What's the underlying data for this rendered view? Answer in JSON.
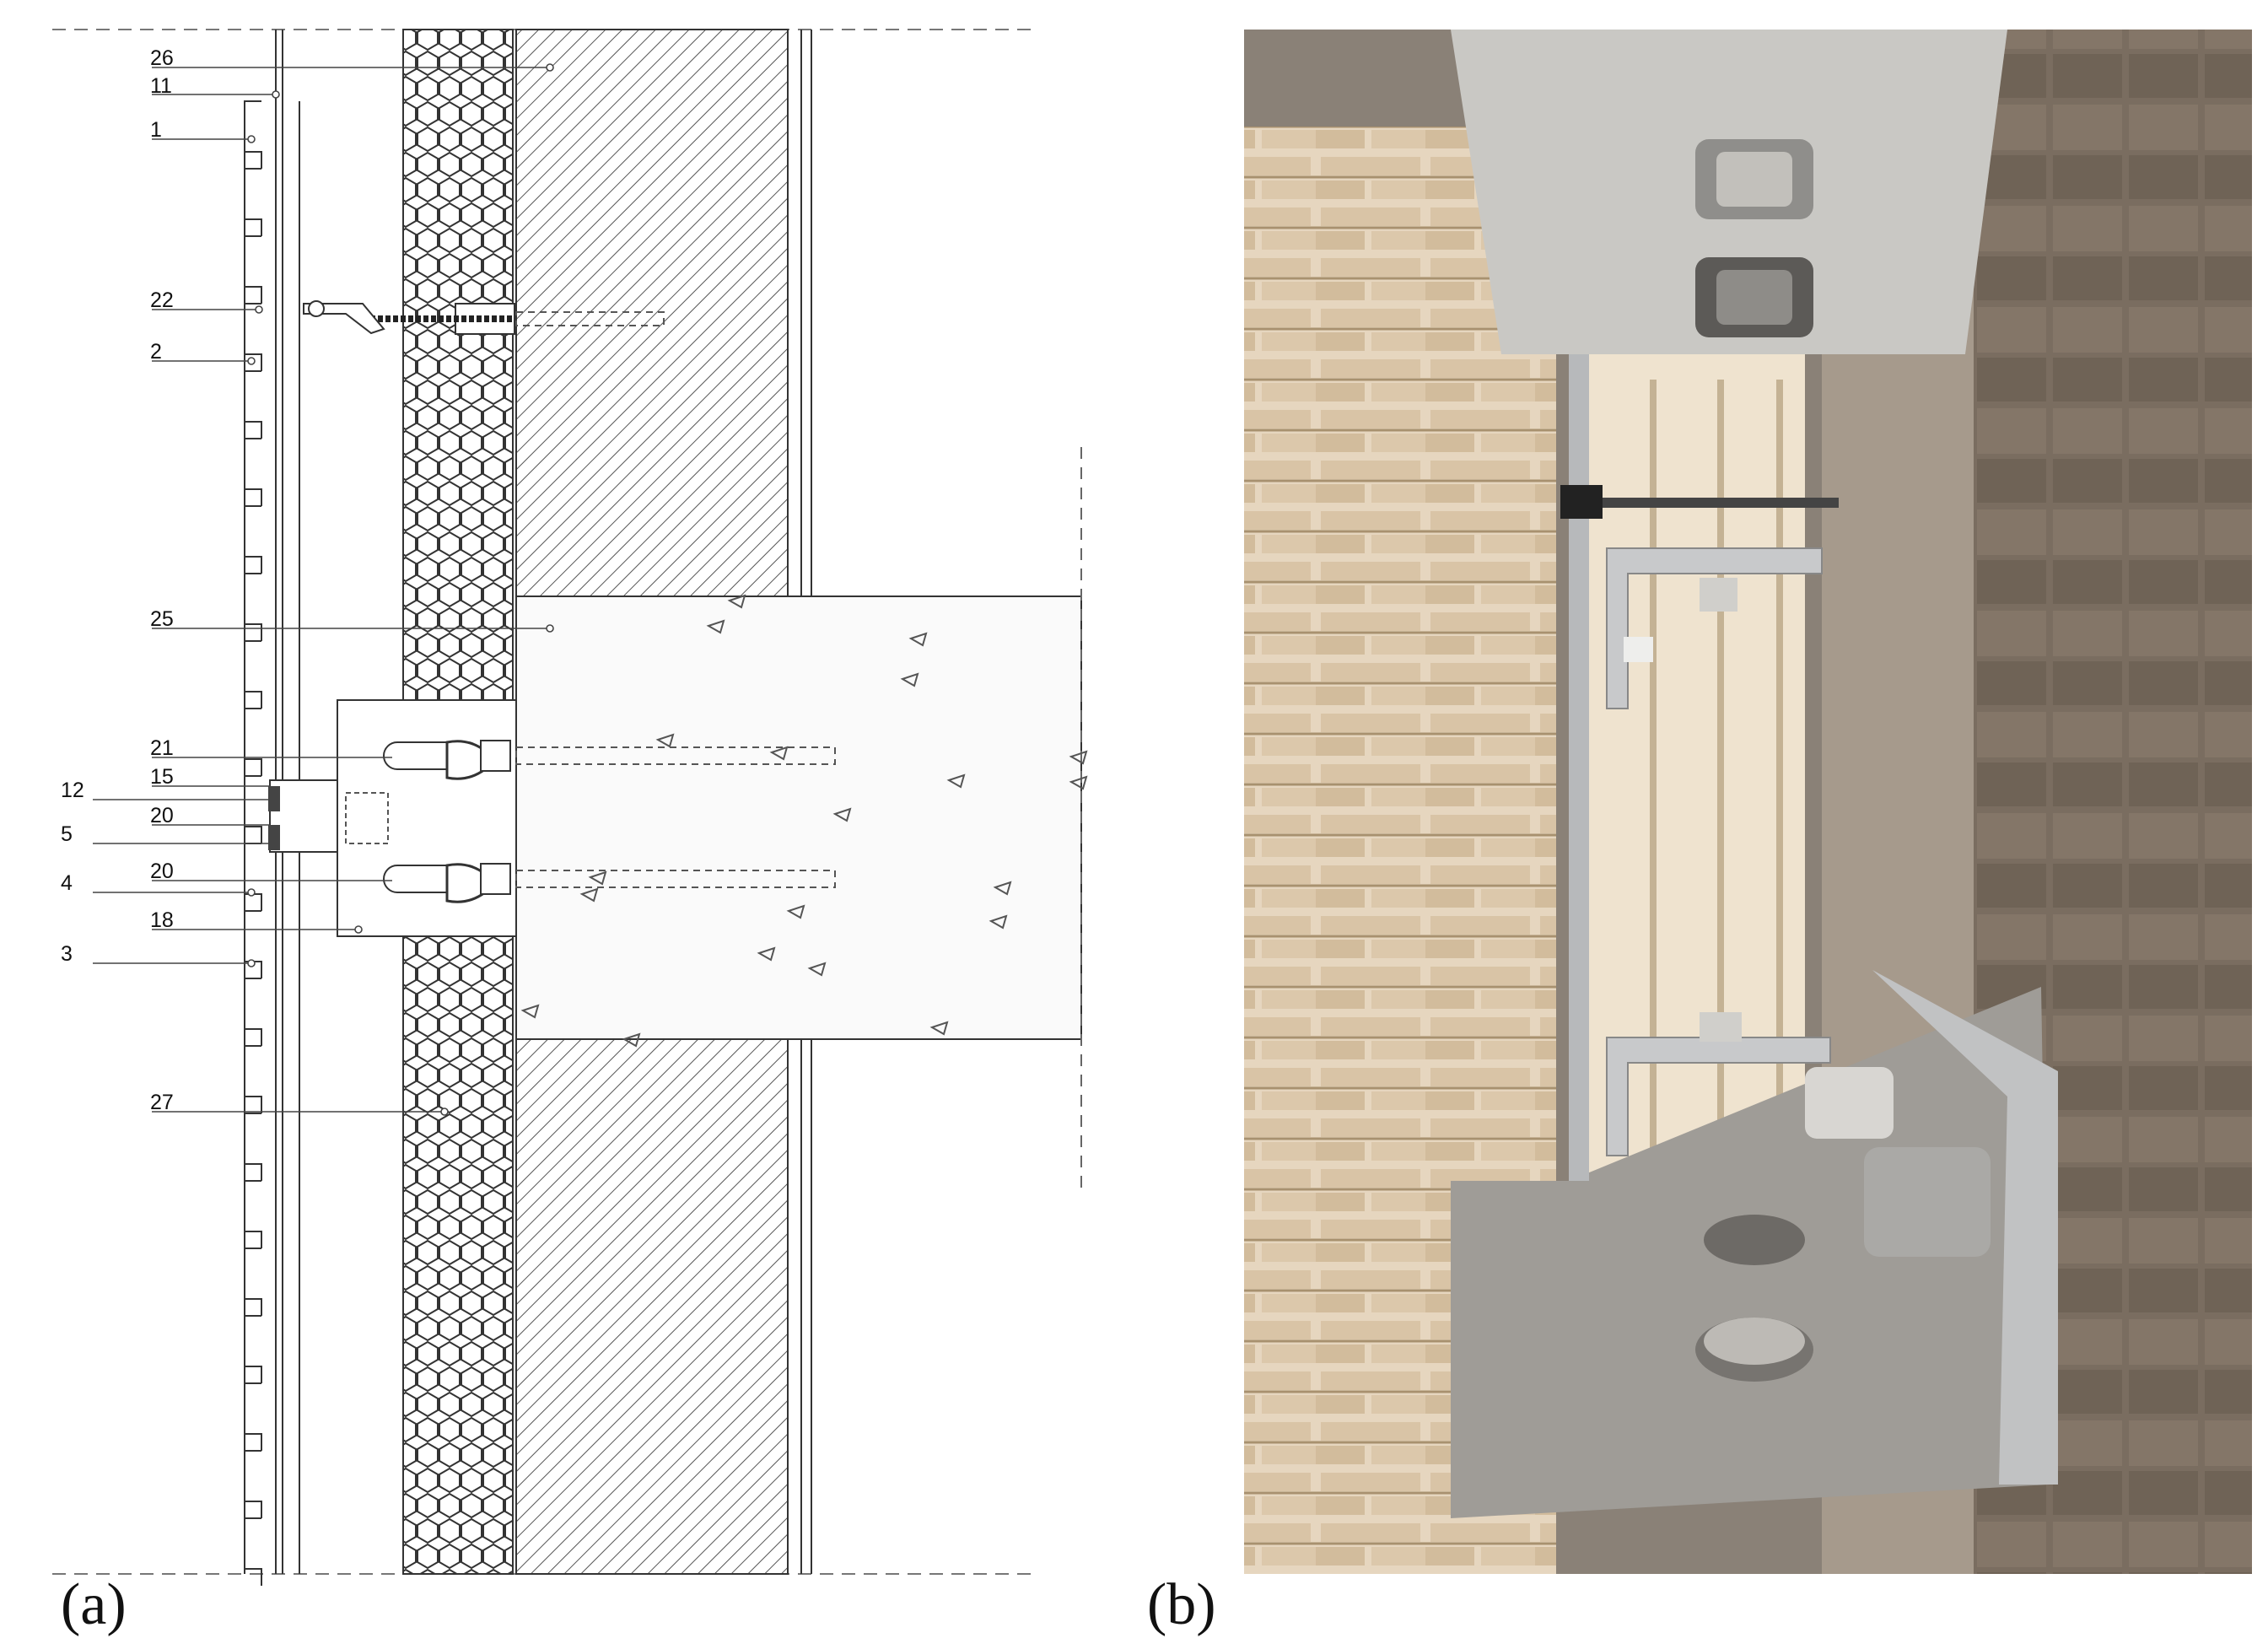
{
  "figure": {
    "panel_a_label": "(a)",
    "panel_b_label": "(b)"
  },
  "callouts": [
    {
      "id": "26",
      "text": "26"
    },
    {
      "id": "11",
      "text": "11"
    },
    {
      "id": "1",
      "text": "1"
    },
    {
      "id": "22",
      "text": "22"
    },
    {
      "id": "2",
      "text": "2"
    },
    {
      "id": "25",
      "text": "25"
    },
    {
      "id": "21",
      "text": "21"
    },
    {
      "id": "15",
      "text": "15"
    },
    {
      "id": "12",
      "text": "12"
    },
    {
      "id": "20a",
      "text": "20"
    },
    {
      "id": "5",
      "text": "5"
    },
    {
      "id": "20b",
      "text": "20"
    },
    {
      "id": "4",
      "text": "4"
    },
    {
      "id": "18",
      "text": "18"
    },
    {
      "id": "3",
      "text": "3"
    },
    {
      "id": "27",
      "text": "27"
    }
  ],
  "colors": {
    "line": "#3a3a3a",
    "photo_bg": "#8a8177",
    "steel": "#b9bcbf",
    "brick_light": "#e3d2ba",
    "brick_dark": "#b9a486",
    "wall_dark": "#6e6358"
  }
}
